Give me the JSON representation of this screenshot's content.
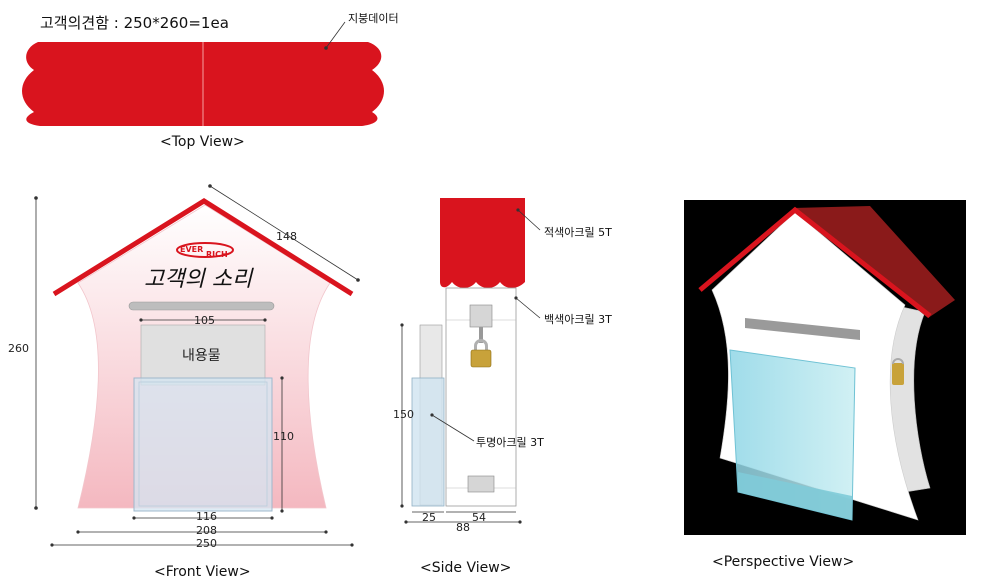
{
  "title": "고객의견함 : 250*260=1ea",
  "colors": {
    "roof_red": "#d9141e",
    "dark_red": "#8a1a1a",
    "acrylic_blue": "#a8dde6",
    "pink_fade": "#f4b8c0",
    "gray": "#cfcfcf"
  },
  "top_view": {
    "caption": "<Top View>",
    "roof_note": "지붕데이터"
  },
  "front_view": {
    "caption": "<Front View>",
    "logo_top": "EVER",
    "logo_bottom": "RICH",
    "sign_text": "고객의 소리",
    "content_label": "내용물",
    "dims": {
      "height": "260",
      "roof_edge": "148",
      "slot_width": "105",
      "pocket_height": "110",
      "pocket_width": "116",
      "inner_width": "208",
      "total_width": "250"
    }
  },
  "side_view": {
    "caption": "<Side View>",
    "notes": {
      "red_acrylic": "적색아크릴 5T",
      "white_acrylic": "백색아크릴 3T",
      "clear_acrylic": "투명아크릴 3T"
    },
    "dims": {
      "pocket_height": "150",
      "pocket_depth": "25",
      "body_depth": "54",
      "total_depth": "88"
    }
  },
  "perspective_view": {
    "caption": "<Perspective View>"
  }
}
